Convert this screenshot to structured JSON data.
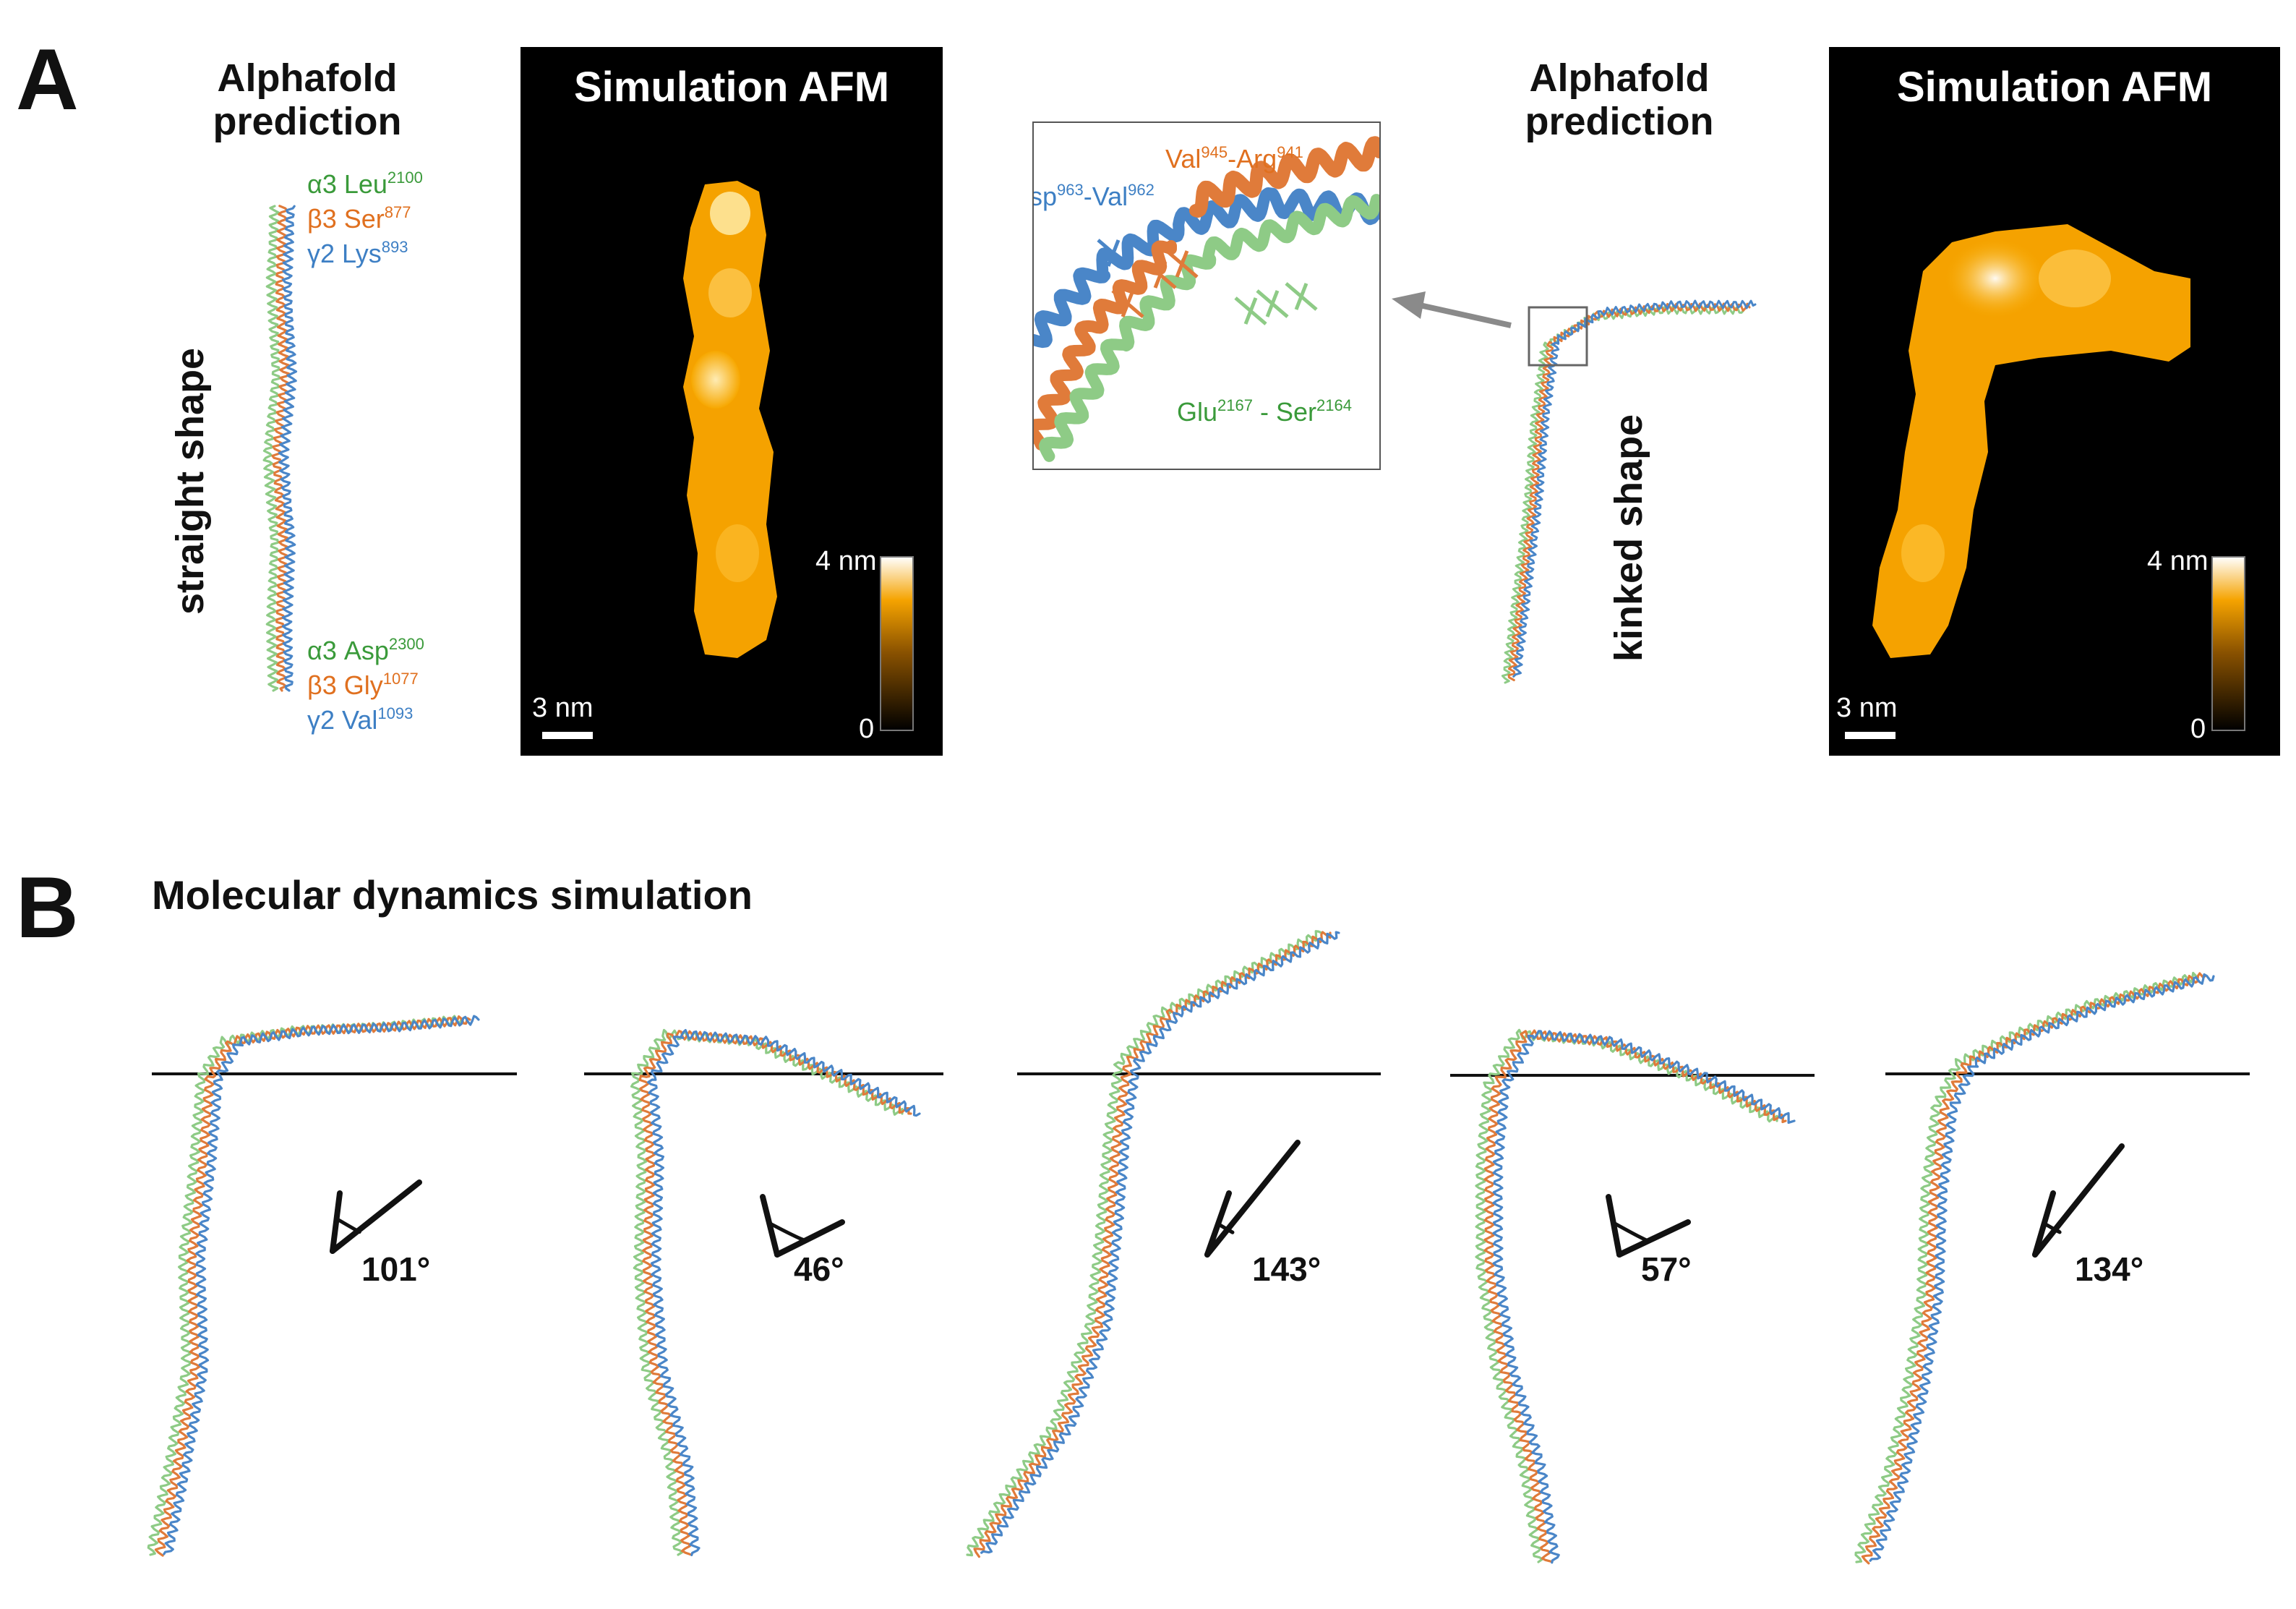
{
  "panel_a": {
    "letter": "A",
    "left": {
      "heading": "Alphafold\nprediction",
      "shape_label": "straight shape",
      "top_labels": [
        {
          "prefix": "α3 Leu",
          "sup": "2100",
          "color": "green"
        },
        {
          "prefix": "β3 Ser",
          "sup": "877",
          "color": "orange"
        },
        {
          "prefix": "γ2 Lys",
          "sup": "893",
          "color": "blue"
        }
      ],
      "bottom_labels": [
        {
          "prefix": "α3 Asp",
          "sup": "2300",
          "color": "green"
        },
        {
          "prefix": "β3 Gly",
          "sup": "1077",
          "color": "orange"
        },
        {
          "prefix": "γ2 Val",
          "sup": "1093",
          "color": "blue"
        }
      ]
    },
    "afm_left": {
      "title": "Simulation AFM",
      "scale_max": "4 nm",
      "scale_min": "0",
      "scale_bar": "3 nm"
    },
    "inset": {
      "label_blue": {
        "a": "Asp",
        "a_sup": "963",
        "b": "-Val",
        "b_sup": "962"
      },
      "label_orange": {
        "a": "Val",
        "a_sup": "945",
        "b": "-Arg",
        "b_sup": "941"
      },
      "label_green": {
        "a": "Glu",
        "a_sup": "2167",
        "b": " - Ser",
        "b_sup": "2164"
      }
    },
    "right": {
      "heading": "Alphafold\nprediction",
      "shape_label": "kinked shape"
    },
    "afm_right": {
      "title": "Simulation AFM",
      "scale_max": "4 nm",
      "scale_min": "0",
      "scale_bar": "3 nm"
    }
  },
  "panel_b": {
    "letter": "B",
    "title": "Molecular dynamics simulation",
    "angles": [
      "101°",
      "46°",
      "143°",
      "57°",
      "134°"
    ]
  },
  "colors": {
    "green": "#8ecb86",
    "orange": "#e07b3a",
    "blue": "#4a86c8",
    "afm_orange": "#f5a500"
  }
}
